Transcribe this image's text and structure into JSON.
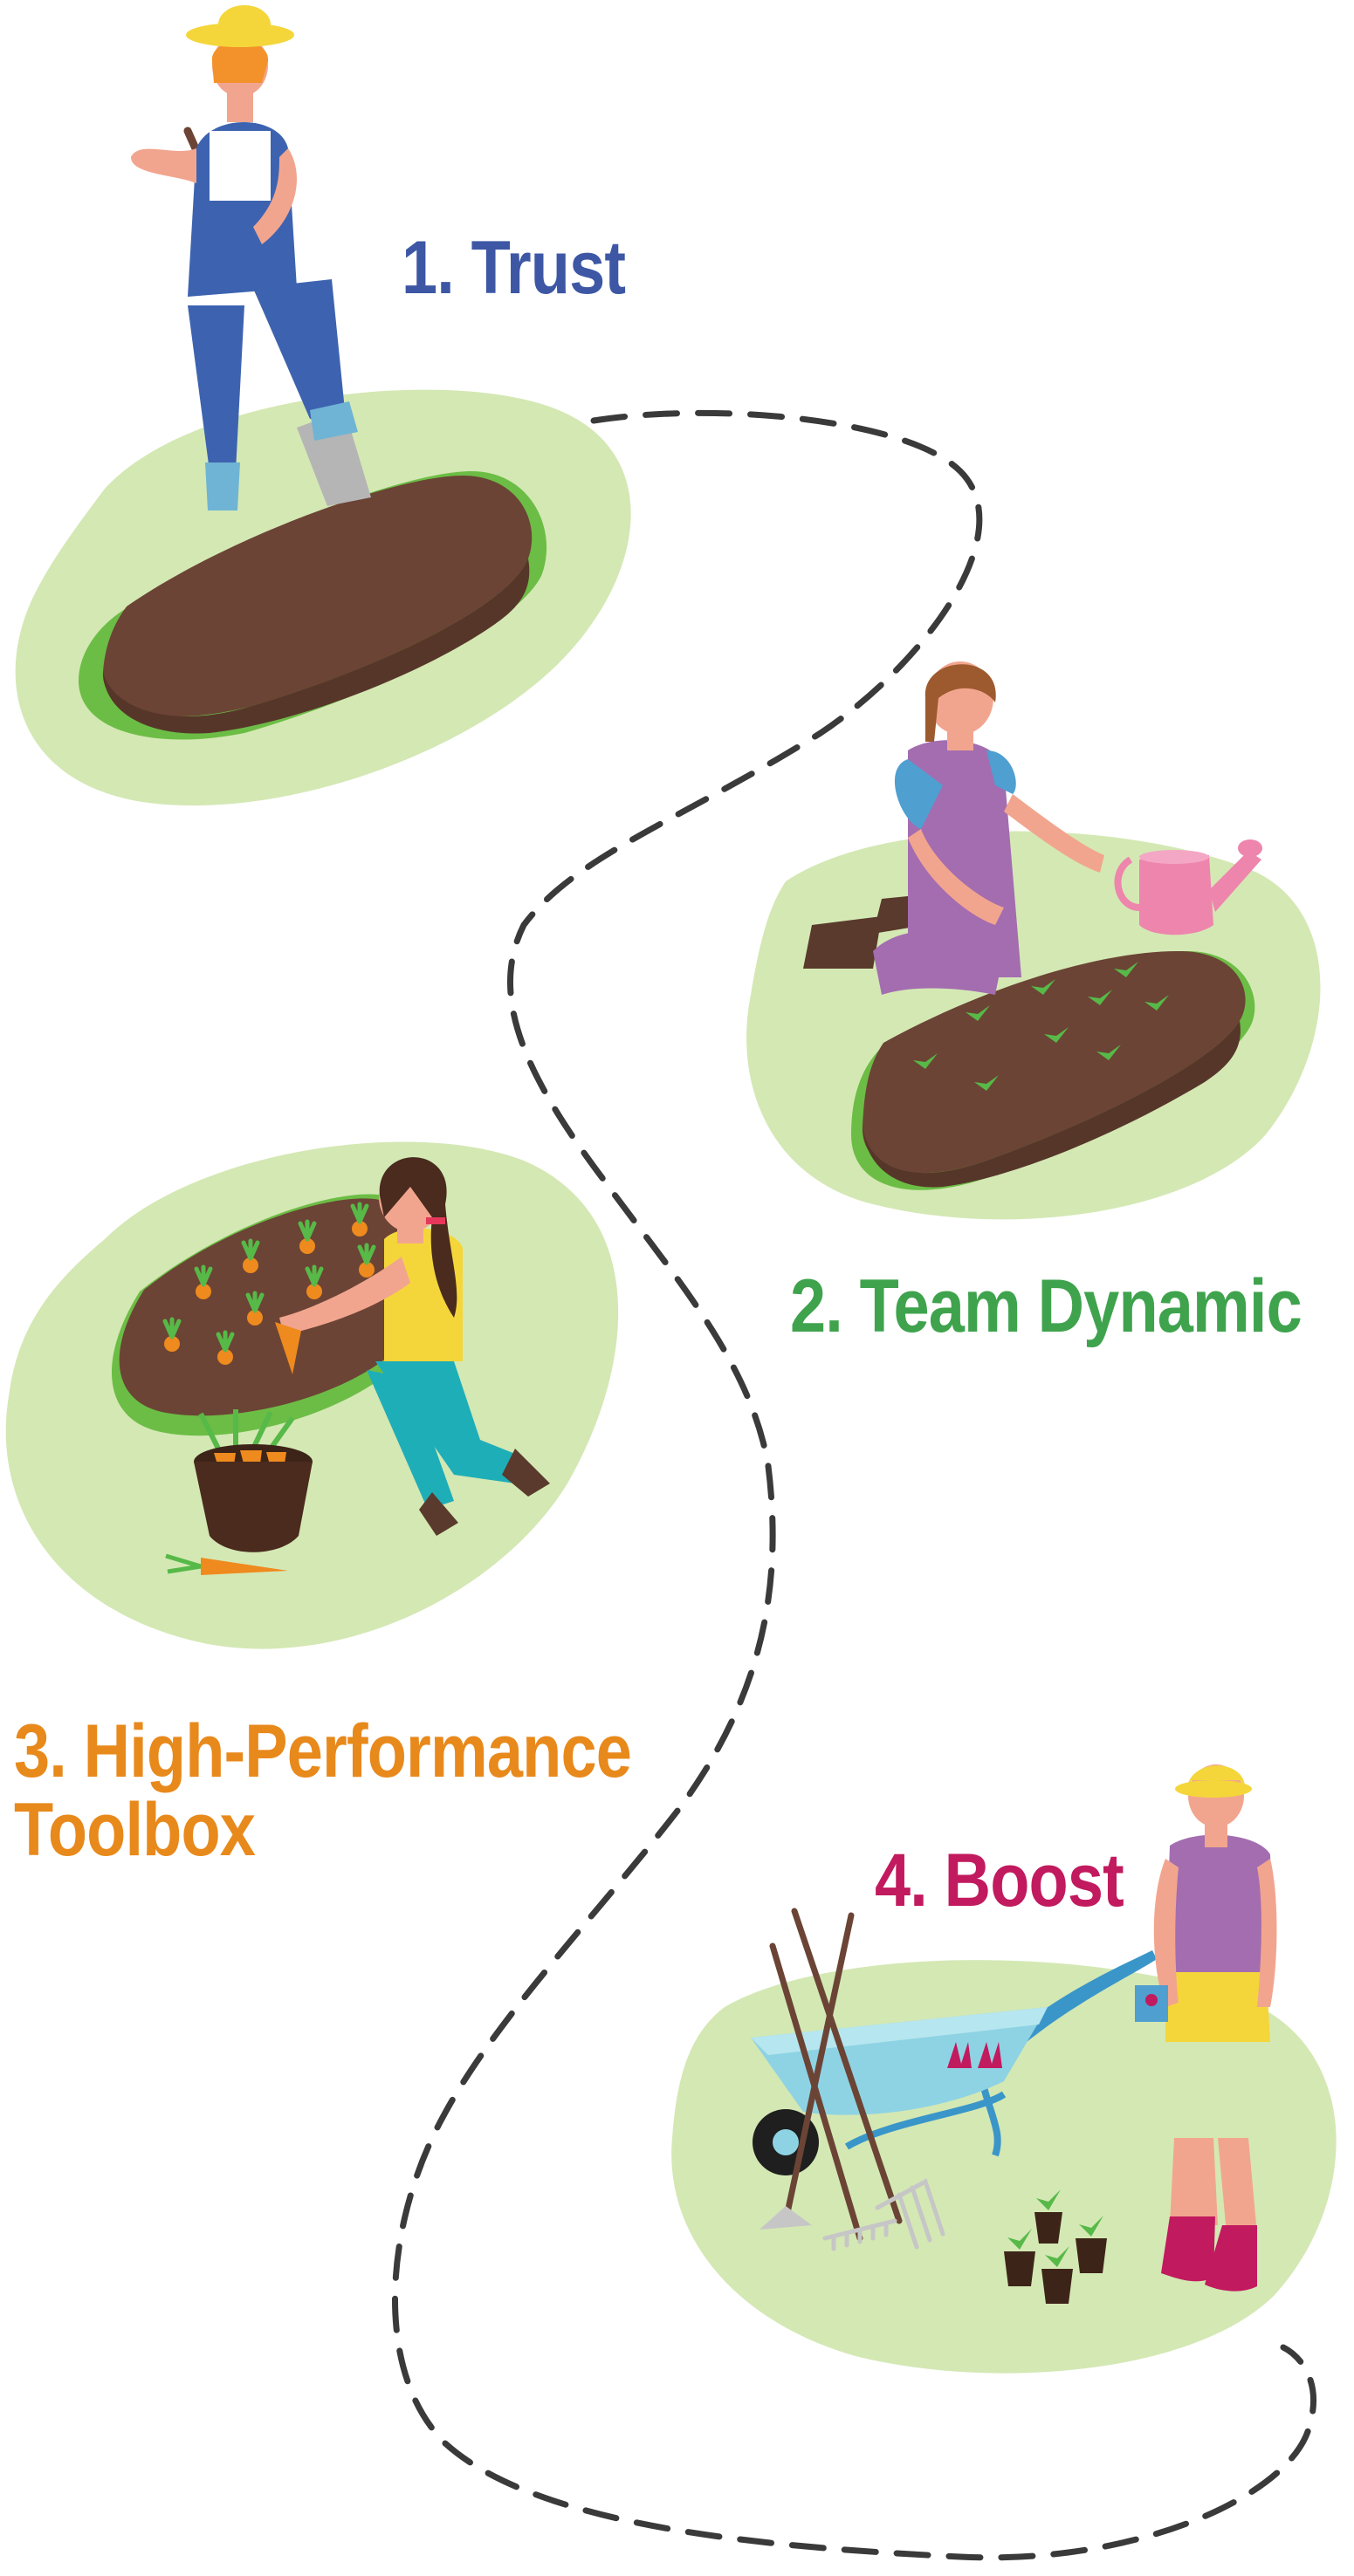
{
  "steps": [
    {
      "number": "1.",
      "title": "Trust",
      "label": "1. Trust",
      "color": "#3d57a5"
    },
    {
      "number": "2.",
      "title": "Team Dynamic",
      "label": "2. Team Dynamic",
      "color": "#3fa34d"
    },
    {
      "number": "3.",
      "title": "High-Performance Toolbox",
      "label_line1": "3. High-Performance",
      "label_line2": "Toolbox",
      "color": "#e8891c"
    },
    {
      "number": "4.",
      "title": "Boost",
      "label": "4. Boost",
      "color": "#c11a5e"
    }
  ],
  "palette": {
    "grass": "#d4e8b4",
    "bed_edge": "#6cbd45",
    "soil": "#6b4435",
    "soil_dark": "#57362a",
    "path": "#3a3a3a",
    "skin": "#f2a58e",
    "sprout": "#57b948",
    "carrot": "#ef8a1e"
  },
  "illustrations": [
    {
      "id": "scene-trust",
      "icon": "gardener-digging-icon"
    },
    {
      "id": "scene-team-dynamic",
      "icon": "gardener-watering-icon"
    },
    {
      "id": "scene-toolbox",
      "icon": "gardener-harvesting-icon"
    },
    {
      "id": "scene-boost",
      "icon": "gardener-wheelbarrow-icon"
    }
  ]
}
